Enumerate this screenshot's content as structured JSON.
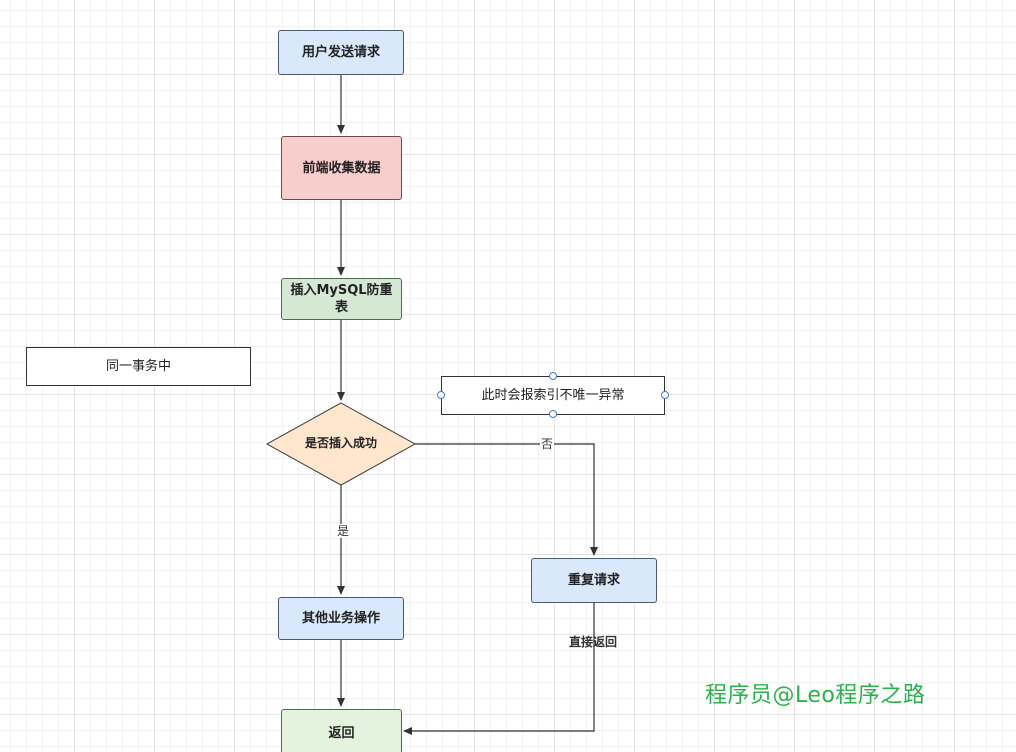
{
  "nodes": {
    "user_request": "用户发送请求",
    "collect_data": "前端收集数据",
    "insert_table": "插入MySQL防重表",
    "same_transaction": "同一事务中",
    "index_error": "此时会报索引不唯一异常",
    "insert_success": "是否插入成功",
    "duplicate_request": "重复请求",
    "other_operations": "其他业务操作",
    "return": "返回"
  },
  "edges": {
    "no_label": "否",
    "yes_label": "是",
    "direct_return": "直接返回"
  },
  "watermark": "程序员@Leo程序之路",
  "colors": {
    "blue_fill": "#dae8fc",
    "red_fill": "#f8cecc",
    "green_fill": "#d5e8d4",
    "diamond_fill": "#ffe6cc",
    "watermark": "#2bb24c"
  }
}
